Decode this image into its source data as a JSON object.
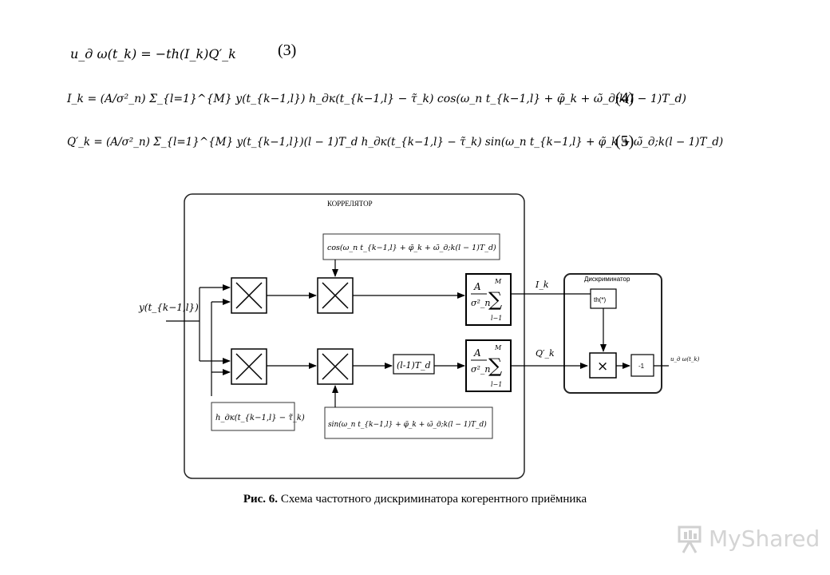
{
  "equations": [
    {
      "id": "eq3",
      "text": "u_д ω(t_k) = −th(I_k)Q′_k",
      "number": "(3)"
    },
    {
      "id": "eq4",
      "text": "I_k = (A/σ²_n) Σ_{l=1}^{M} y(t_{k−1,l}) h_дк(t_{k−1,l} − τ̃_k) cos(ω_п t_{k−1,l} + φ̃_k + ω̃_д;k(l − 1)T_d)",
      "number": "(4)"
    },
    {
      "id": "eq5",
      "text": "Q′_k = (A/σ²_n) Σ_{l=1}^{M} y(t_{k−1,l})(l − 1)T_d h_дк(t_{k−1,l} − τ̃_k) sin(ω_п t_{k−1,l} + φ̃_k + ω̃_д;k(l − 1)T_d)",
      "number": "(5)"
    }
  ],
  "diagram": {
    "correlator_title": "КОРРЕЛЯТОР",
    "discriminator_title": "Дискриминатор",
    "input_label": "y(t_{k−1,l})",
    "cos_block": "cos(ω_п t_{k−1,l} + φ̃_k + ω̃_д;k(l − 1)T_d)",
    "sin_block": "sin(ω_п t_{k−1,l} + φ̃_k + ω̃_д;k(l − 1)T_d)",
    "h_block": "h_дк(t_{k−1,l} − τ̃_k)",
    "delay_block": "(l-1)T_d",
    "sum_A": "A",
    "sum_sigma": "σ²_n",
    "sum_upper": "M",
    "sum_lower": "l−1",
    "I_label": "I_k",
    "Q_label": "Q′_k",
    "th_block": "th(*)",
    "neg_block": "-1",
    "mult_symbol": "×",
    "output_label": "u_д ω(t_k)"
  },
  "caption": {
    "bold": "Рис. 6.",
    "text": " Схема частотного дискриминатора когерентного приёмника"
  },
  "logo": {
    "text": "MyShared"
  }
}
